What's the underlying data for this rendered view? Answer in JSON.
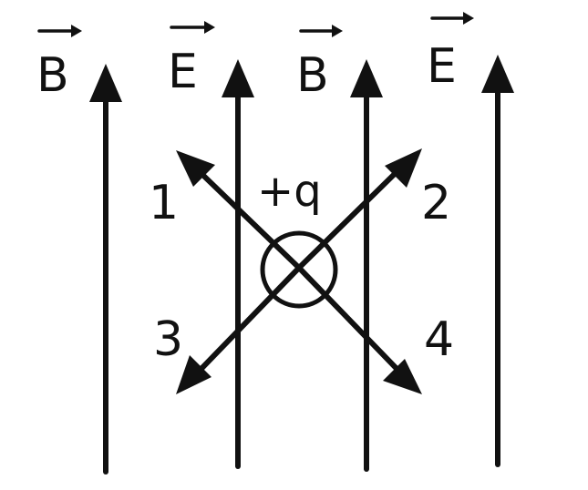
{
  "field_labels": {
    "label_1": "B",
    "label_2": "E",
    "label_3": "B",
    "label_4": "E"
  },
  "charge": {
    "label": "+q",
    "direction_symbol": "into-page-circle-cross"
  },
  "direction_labels": {
    "d1": "1",
    "d2": "2",
    "d3": "3",
    "d4": "4"
  },
  "colors": {
    "ink": "#111111",
    "background": "#ffffff"
  }
}
